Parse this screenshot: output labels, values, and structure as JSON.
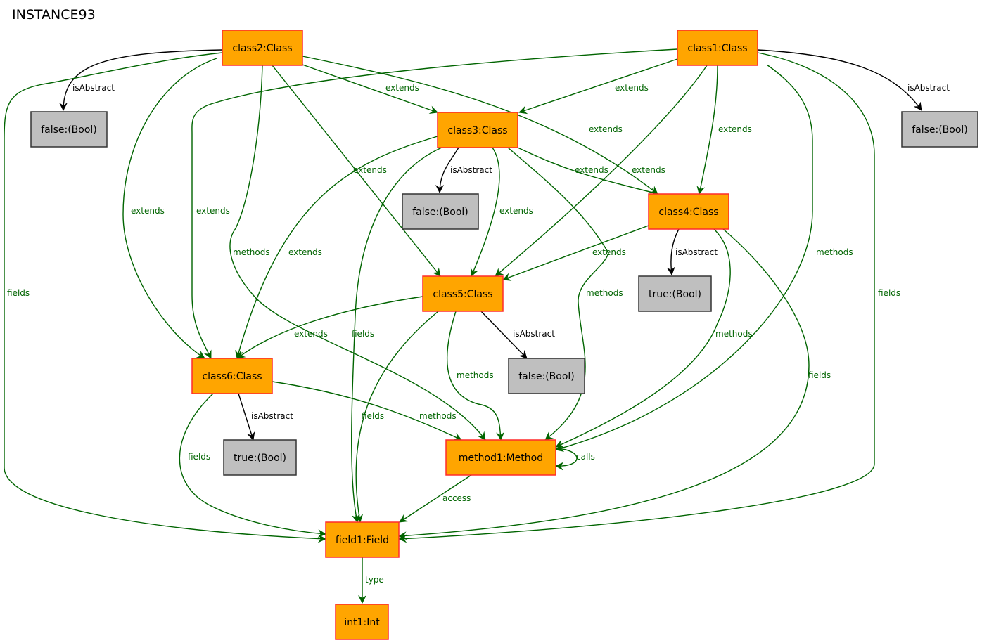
{
  "title": "INSTANCE93",
  "colors": {
    "object_fill": "#ffa500",
    "object_border": "#ff2b2b",
    "value_fill": "#bfbfbf",
    "value_border": "#333333",
    "relation_edge": "#006400",
    "attribute_edge": "#000000"
  },
  "nodes": [
    {
      "id": "class2",
      "label": "class2:Class",
      "kind": "object"
    },
    {
      "id": "class1",
      "label": "class1:Class",
      "kind": "object"
    },
    {
      "id": "false_a",
      "label": "false:(Bool)",
      "kind": "value"
    },
    {
      "id": "false_b",
      "label": "false:(Bool)",
      "kind": "value"
    },
    {
      "id": "class3",
      "label": "class3:Class",
      "kind": "object"
    },
    {
      "id": "false_c",
      "label": "false:(Bool)",
      "kind": "value"
    },
    {
      "id": "class4",
      "label": "class4:Class",
      "kind": "object"
    },
    {
      "id": "true_a",
      "label": "true:(Bool)",
      "kind": "value"
    },
    {
      "id": "class5",
      "label": "class5:Class",
      "kind": "object"
    },
    {
      "id": "false_d",
      "label": "false:(Bool)",
      "kind": "value"
    },
    {
      "id": "class6",
      "label": "class6:Class",
      "kind": "object"
    },
    {
      "id": "true_b",
      "label": "true:(Bool)",
      "kind": "value"
    },
    {
      "id": "method1",
      "label": "method1:Method",
      "kind": "object"
    },
    {
      "id": "field1",
      "label": "field1:Field",
      "kind": "object"
    },
    {
      "id": "int1",
      "label": "int1:Int",
      "kind": "object"
    }
  ],
  "edges": [
    {
      "from": "class2",
      "to": "false_a",
      "label": "isAbstract",
      "kind": "attribute"
    },
    {
      "from": "class2",
      "to": "class3",
      "label": "extends",
      "kind": "relation"
    },
    {
      "from": "class2",
      "to": "class4",
      "label": "extends",
      "kind": "relation"
    },
    {
      "from": "class2",
      "to": "class5",
      "label": "extends",
      "kind": "relation"
    },
    {
      "from": "class2",
      "to": "class6",
      "label": "extends",
      "kind": "relation"
    },
    {
      "from": "class2",
      "to": "method1",
      "label": "methods",
      "kind": "relation"
    },
    {
      "from": "class2",
      "to": "field1",
      "label": "fields",
      "kind": "relation"
    },
    {
      "from": "class1",
      "to": "false_b",
      "label": "isAbstract",
      "kind": "attribute"
    },
    {
      "from": "class1",
      "to": "class3",
      "label": "extends",
      "kind": "relation"
    },
    {
      "from": "class1",
      "to": "class4",
      "label": "extends",
      "kind": "relation"
    },
    {
      "from": "class1",
      "to": "class5",
      "label": "extends",
      "kind": "relation"
    },
    {
      "from": "class1",
      "to": "class6",
      "label": "extends",
      "kind": "relation"
    },
    {
      "from": "class1",
      "to": "method1",
      "label": "methods",
      "kind": "relation"
    },
    {
      "from": "class1",
      "to": "field1",
      "label": "fields",
      "kind": "relation"
    },
    {
      "from": "class3",
      "to": "false_c",
      "label": "isAbstract",
      "kind": "attribute"
    },
    {
      "from": "class3",
      "to": "class4",
      "label": "extends",
      "kind": "relation"
    },
    {
      "from": "class3",
      "to": "class5",
      "label": "extends",
      "kind": "relation"
    },
    {
      "from": "class3",
      "to": "class6",
      "label": "extends",
      "kind": "relation"
    },
    {
      "from": "class3",
      "to": "method1",
      "label": "methods",
      "kind": "relation"
    },
    {
      "from": "class3",
      "to": "field1",
      "label": "fields",
      "kind": "relation"
    },
    {
      "from": "class4",
      "to": "true_a",
      "label": "isAbstract",
      "kind": "attribute"
    },
    {
      "from": "class4",
      "to": "class5",
      "label": "extends",
      "kind": "relation"
    },
    {
      "from": "class4",
      "to": "method1",
      "label": "methods",
      "kind": "relation"
    },
    {
      "from": "class4",
      "to": "field1",
      "label": "fields",
      "kind": "relation"
    },
    {
      "from": "class5",
      "to": "false_d",
      "label": "isAbstract",
      "kind": "attribute"
    },
    {
      "from": "class5",
      "to": "class6",
      "label": "extends",
      "kind": "relation"
    },
    {
      "from": "class5",
      "to": "method1",
      "label": "methods",
      "kind": "relation"
    },
    {
      "from": "class5",
      "to": "field1",
      "label": "fields",
      "kind": "relation"
    },
    {
      "from": "class6",
      "to": "true_b",
      "label": "isAbstract",
      "kind": "attribute"
    },
    {
      "from": "class6",
      "to": "method1",
      "label": "methods",
      "kind": "relation"
    },
    {
      "from": "class6",
      "to": "field1",
      "label": "fields",
      "kind": "relation"
    },
    {
      "from": "method1",
      "to": "method1",
      "label": "calls",
      "kind": "relation"
    },
    {
      "from": "method1",
      "to": "field1",
      "label": "access",
      "kind": "relation"
    },
    {
      "from": "field1",
      "to": "int1",
      "label": "type",
      "kind": "relation"
    }
  ]
}
